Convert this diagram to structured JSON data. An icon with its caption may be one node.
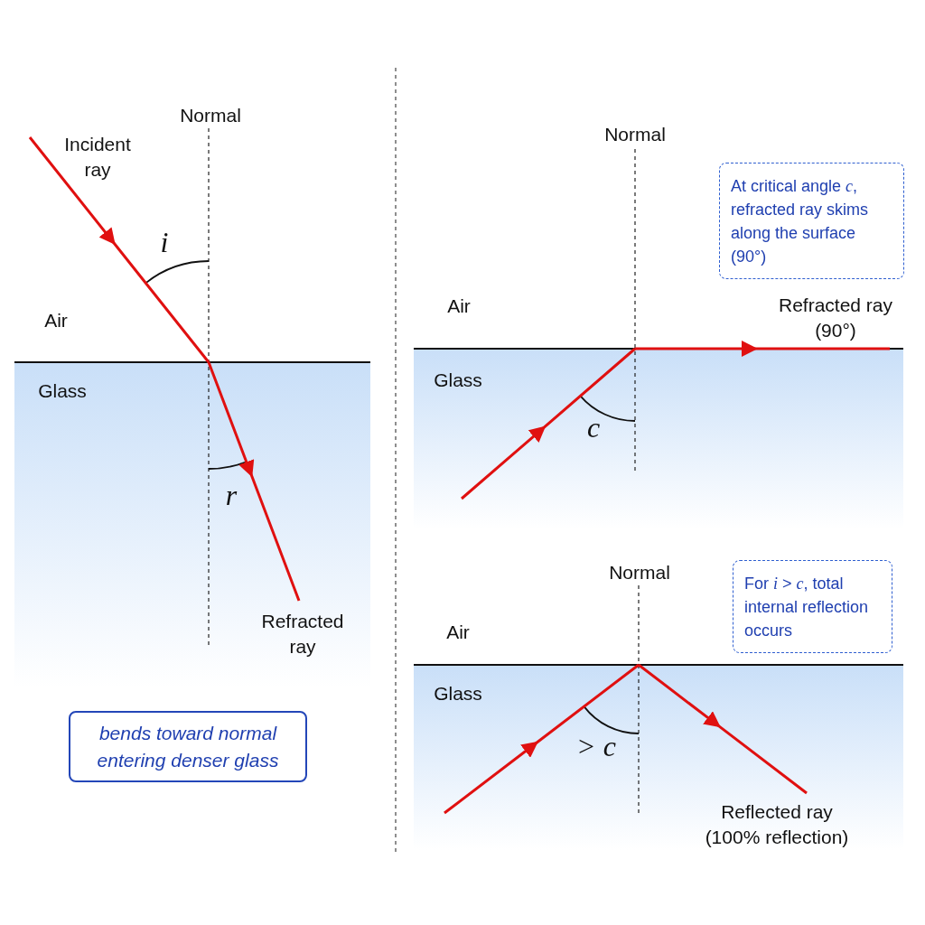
{
  "diagram": {
    "nodes": [
      {
        "text": [
          "bends toward normal entering denser glass"
        ]
      },
      {
        "text": [
          "At critical angle *c*, refracted ray skims along the surface (90°)"
        ]
      },
      {
        "text": [
          "For *i* > *c*, total internal reflection occurs"
        ]
      }
    ],
    "labels": [
      "Normal",
      "Incident ray",
      "i",
      "Air",
      "Glass",
      "r",
      "Refracted ray",
      "Normal",
      "Air",
      "Glass",
      "c",
      "Refracted ray (90°)",
      "Normal",
      "Air",
      "Glass",
      "> *c*",
      "Reflected ray (100% reflection)"
    ]
  }
}
